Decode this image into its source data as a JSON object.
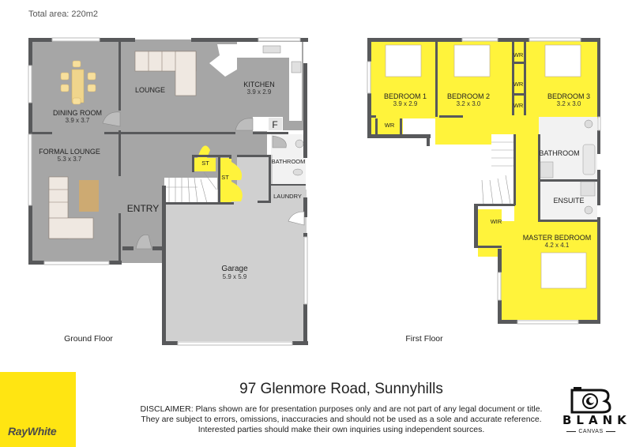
{
  "header": {
    "total_area": "Total area: 220m2"
  },
  "colors": {
    "wall": "#58595b",
    "floor_grey": "#a6a6a6",
    "garage_grey": "#d0d0d0",
    "highlight_yellow": "#fff33b",
    "brand_yellow": "#ffe512",
    "tile": "#f2f2f2"
  },
  "ground_floor": {
    "label": "Ground Floor",
    "rooms": [
      {
        "name": "DINING ROOM",
        "dims": "3.9 x 3.7"
      },
      {
        "name": "LOUNGE",
        "dims": ""
      },
      {
        "name": "KITCHEN",
        "dims": "3.9 x 2.9"
      },
      {
        "name": "FORMAL LOUNGE",
        "dims": "5.3 x 3.7"
      },
      {
        "name": "ENTRY",
        "dims": ""
      },
      {
        "name": "Garage",
        "dims": "5.9 x 5.9"
      },
      {
        "name": "BATHROOM",
        "dims": ""
      },
      {
        "name": "LAUNDRY",
        "dims": ""
      },
      {
        "name": "ST",
        "dims": ""
      },
      {
        "name": "ST",
        "dims": ""
      },
      {
        "name": "F",
        "dims": ""
      }
    ]
  },
  "first_floor": {
    "label": "First Floor",
    "rooms": [
      {
        "name": "BEDROOM 1",
        "dims": "3.9 x 2.9"
      },
      {
        "name": "BEDROOM 2",
        "dims": "3.2 x 3.0"
      },
      {
        "name": "BEDROOM 3",
        "dims": "3.2 x 3.0"
      },
      {
        "name": "WR",
        "dims": ""
      },
      {
        "name": "WR",
        "dims": ""
      },
      {
        "name": "WR",
        "dims": ""
      },
      {
        "name": "WR",
        "dims": ""
      },
      {
        "name": "BATHROOM",
        "dims": ""
      },
      {
        "name": "ENSUITE",
        "dims": ""
      },
      {
        "name": "WIR",
        "dims": ""
      },
      {
        "name": "MASTER BEDROOM",
        "dims": "4.2 x 4.1"
      }
    ]
  },
  "footer": {
    "agency": "RayWhite",
    "address": "97 Glenmore Road, Sunnyhills",
    "disclaimer": [
      "DISCLAIMER: Plans shown are for presentation purposes only and are not part of any legal document or title.",
      "They are subject to errors, omissions, inaccuracies and should not be used as a sole and accurate reference.",
      "Interested parties should make their own inquiries using independent sources."
    ],
    "photographer_logo": {
      "word": "BLANK",
      "sub": "CANVAS"
    }
  }
}
